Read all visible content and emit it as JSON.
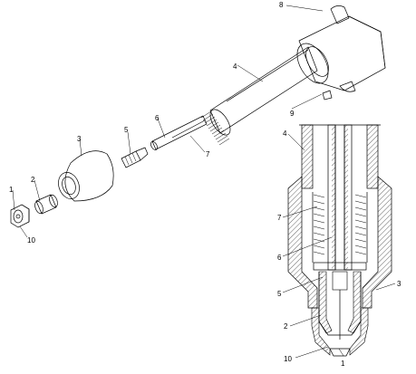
{
  "callouts": {
    "n1": "1",
    "n2": "2",
    "n3": "3",
    "n4": "4",
    "n5": "5",
    "n6": "6",
    "n7": "7",
    "n8": "8",
    "n9": "9",
    "n10": "10"
  },
  "section_callouts": {
    "n1": "1",
    "n2": "2",
    "n3": "3",
    "n4": "4",
    "n5": "5",
    "n6": "6",
    "n7": "7",
    "n10": "10"
  }
}
